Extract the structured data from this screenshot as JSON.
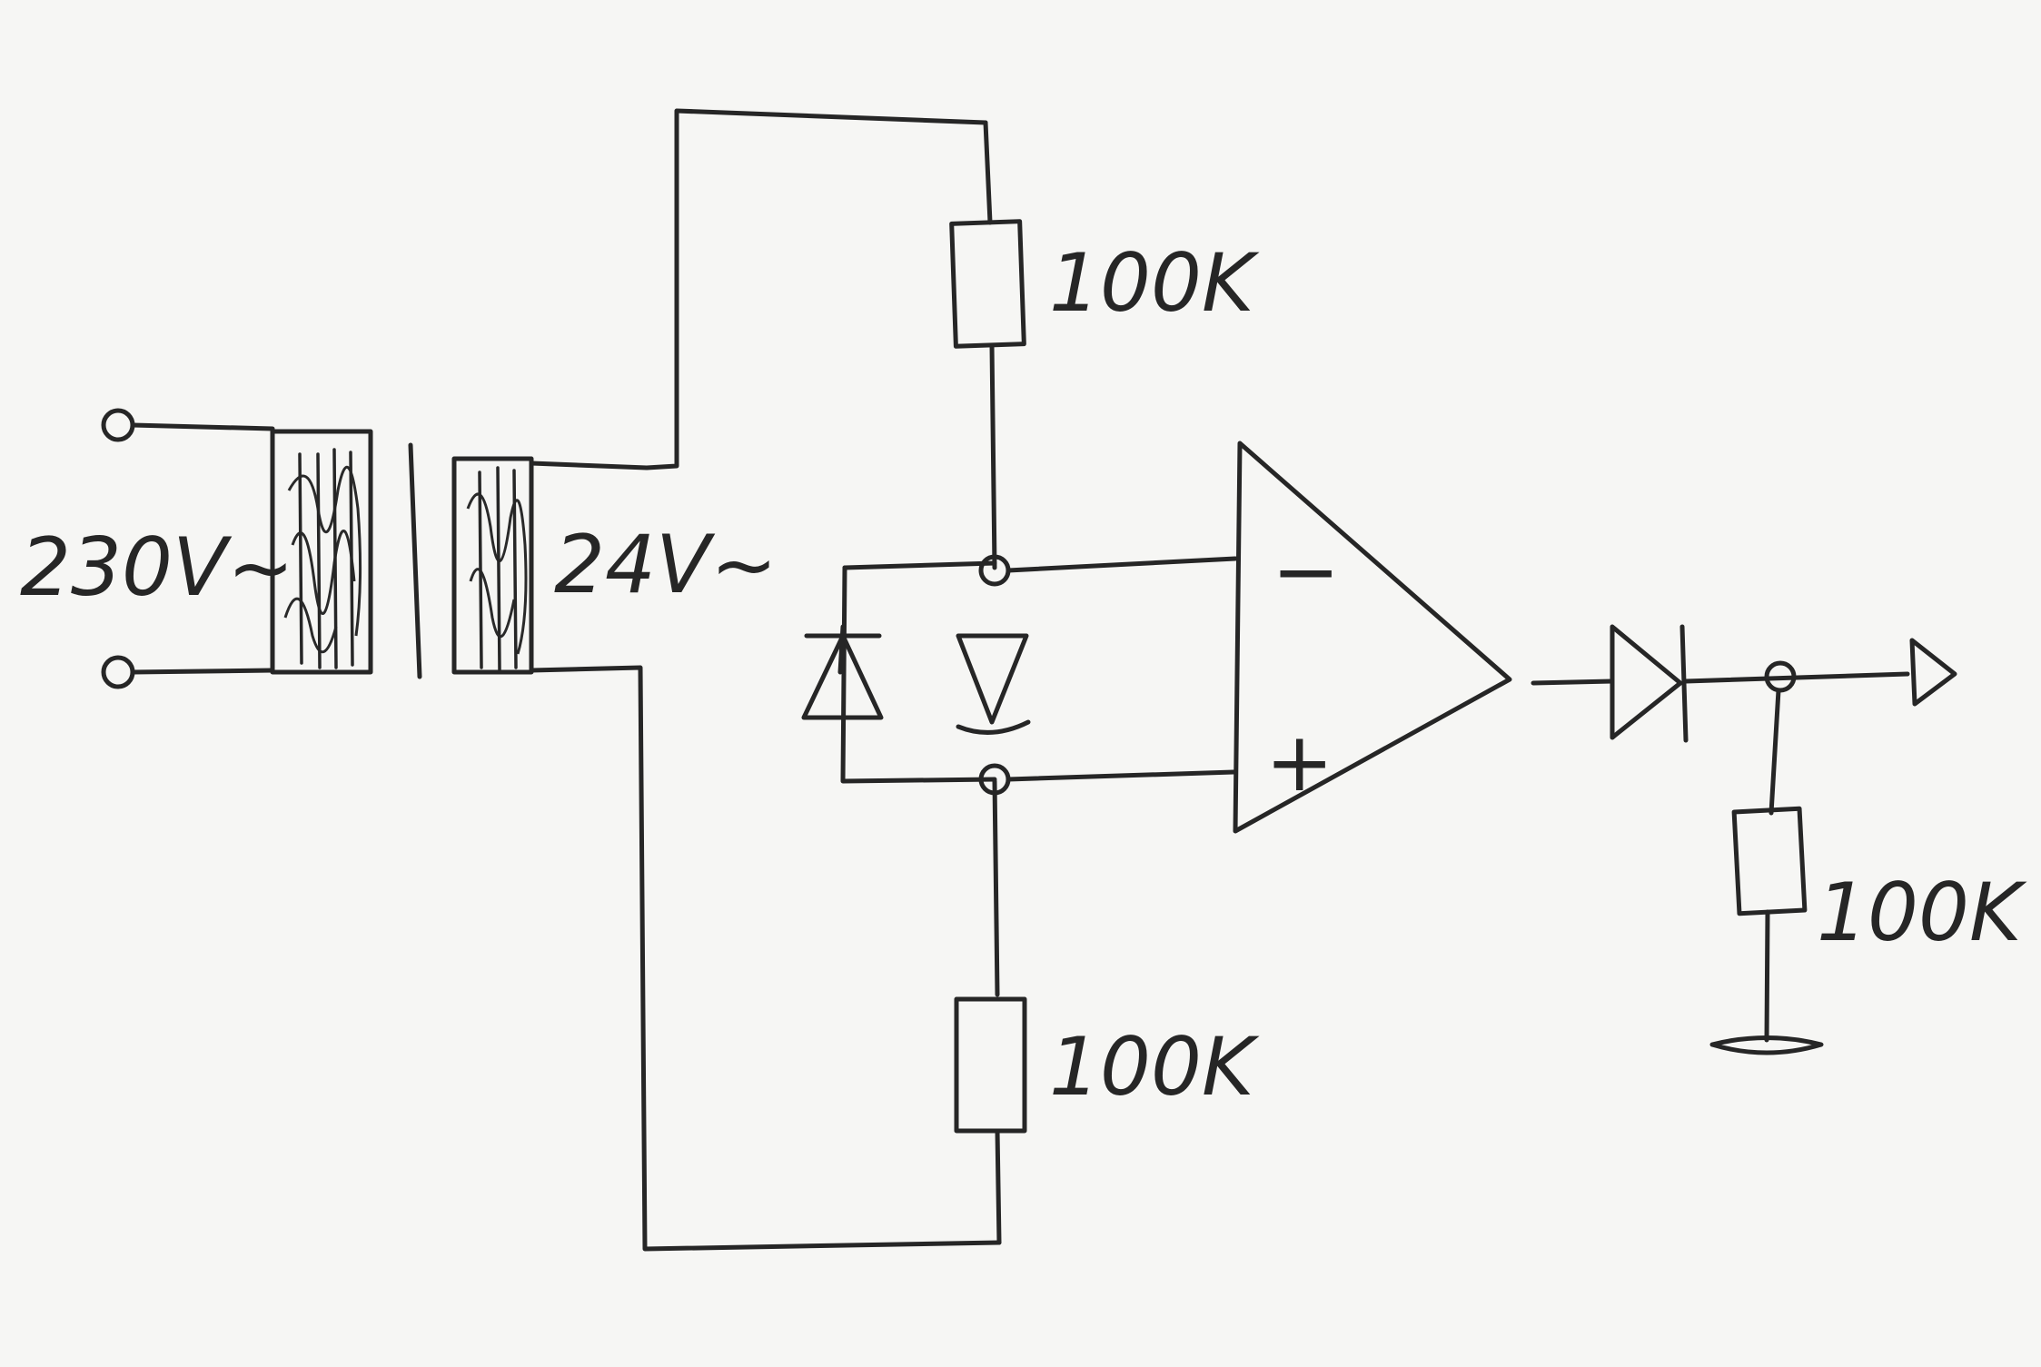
{
  "transformer": {
    "primary_label": "230V~",
    "secondary_label": "24V~"
  },
  "resistors": [
    {
      "id": "top",
      "label": "100K"
    },
    {
      "id": "bottom",
      "label": "100K"
    },
    {
      "id": "output",
      "label": "100K"
    }
  ],
  "opamp": {
    "inverting_sign": "−",
    "non_inverting_sign": "+"
  }
}
